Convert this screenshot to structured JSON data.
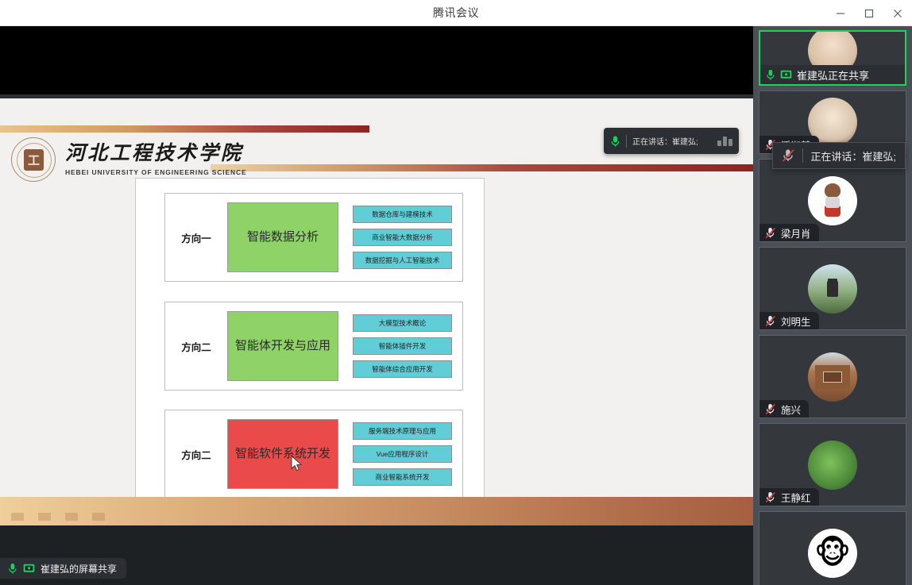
{
  "window": {
    "title": "腾讯会议",
    "controls": [
      {
        "name": "minimize",
        "label": "—"
      },
      {
        "name": "maximize",
        "label": "□"
      },
      {
        "name": "close",
        "label": "✕"
      }
    ]
  },
  "share": {
    "bottom_label": "崔建弘的屏幕共享",
    "mic_icon": "microphone-icon",
    "screen_icon": "screen-share-icon"
  },
  "speaker_pill": {
    "label": "正在讲话：崔建弘;",
    "mic_icon": "microphone-icon"
  },
  "rail_tooltip": {
    "label": "正在讲话：崔建弘;",
    "mic_icon": "microphone-muted-icon"
  },
  "slide": {
    "university_cn": "河北工程技术学院",
    "university_en": "HEBEI UNIVERSITY OF ENGINEERING SCIENCE",
    "logo_glyph": "工",
    "directions": [
      {
        "label": "方向一",
        "main": "智能数据分析",
        "color": "#8ed268",
        "subs": [
          "数据仓库与建模技术",
          "商业智能大数据分析",
          "数据挖掘与人工智能技术"
        ]
      },
      {
        "label": "方向二",
        "main": "智能体开发与应用",
        "color": "#8ed268",
        "subs": [
          "大模型技术概论",
          "智能体插件开发",
          "智能体综合应用开发"
        ]
      },
      {
        "label": "方向二",
        "main": "智能软件系统开发",
        "color": "#ea4a4a",
        "subs": [
          "服务端技术原理与应用",
          "Vue应用程序设计",
          "商业智能系统开发"
        ]
      }
    ]
  },
  "participants": [
    {
      "name": "崔建弘正在共享",
      "mic": "microphone-active-icon",
      "screen": "screen-share-icon",
      "active": true
    },
    {
      "name": "潘淑慧",
      "mic": "microphone-muted-icon",
      "active": false
    },
    {
      "name": "梁月肖",
      "mic": "microphone-muted-icon",
      "active": false
    },
    {
      "name": "刘明生",
      "mic": "microphone-muted-icon",
      "active": false
    },
    {
      "name": "施兴",
      "mic": "microphone-muted-icon",
      "active": false
    },
    {
      "name": "王静红",
      "mic": "microphone-muted-icon",
      "active": false
    }
  ],
  "colors": {
    "accent_green": "#19d35c",
    "slide_green": "#8ed268",
    "slide_red": "#ea4a4a",
    "slide_cyan": "#61cdd6",
    "rail_bg": "#4a4f55",
    "tile_bg": "#34383d"
  }
}
